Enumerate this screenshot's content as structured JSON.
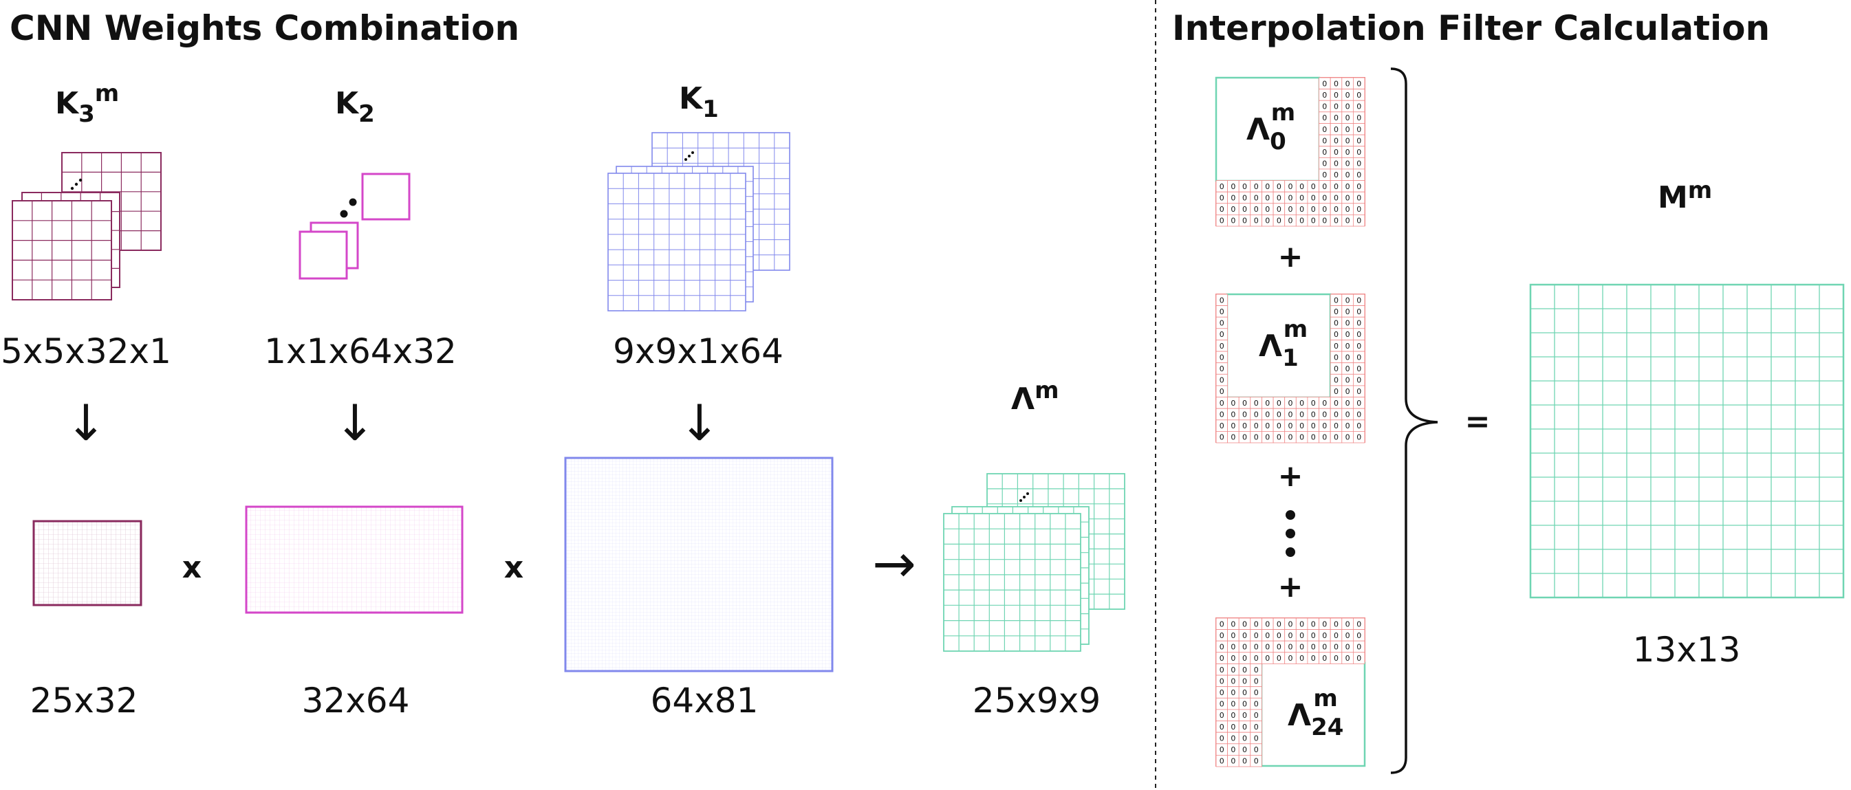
{
  "colors": {
    "k3": "#8a2a5e",
    "k2": "#d447c9",
    "k1": "#8188ec",
    "lambda": "#6fd5b2",
    "pad": "#f08a8a",
    "text": "#111111"
  },
  "sections": {
    "left_title": "CNN Weights Combination",
    "right_title": "Interpolation Filter Calculation"
  },
  "kernels": [
    {
      "base": "K",
      "sub": "3",
      "sup": "m",
      "shape": "5x5x32x1",
      "matrix": "25x32"
    },
    {
      "base": "K",
      "sub": "2",
      "sup": "",
      "shape": "1x1x64x32",
      "matrix": "32x64"
    },
    {
      "base": "K",
      "sub": "1",
      "sup": "",
      "shape": "9x9x1x64",
      "matrix": "64x81"
    }
  ],
  "operators": {
    "times": "x",
    "arrow": "→",
    "plus": "+",
    "equals": "=",
    "down": "↓"
  },
  "lambda": {
    "base": "Λ",
    "sup": "m",
    "shape": "25x9x9"
  },
  "components": [
    {
      "base": "Λ",
      "sub": "0",
      "sup": "m"
    },
    {
      "base": "Λ",
      "sub": "1",
      "sup": "m"
    },
    {
      "base": "Λ",
      "sub": "24",
      "sup": "m"
    }
  ],
  "pad_value": "0",
  "result": {
    "base": "M",
    "sup": "m",
    "shape": "13x13"
  }
}
